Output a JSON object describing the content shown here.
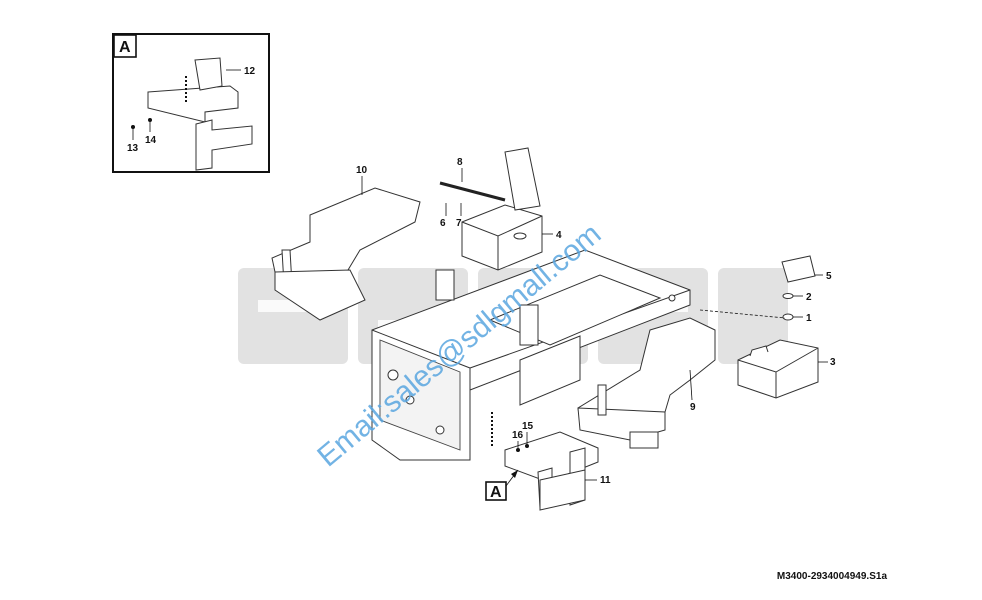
{
  "detail_box": {
    "label": "A"
  },
  "view_marker": {
    "label": "A"
  },
  "callouts": {
    "c1": "1",
    "c2": "2",
    "c3": "3",
    "c4": "4",
    "c5": "5",
    "c6": "6",
    "c7": "7",
    "c8": "8",
    "c9": "9",
    "c10": "10",
    "c11": "11",
    "c12": "12",
    "c13": "13",
    "c14": "14",
    "c15": "15",
    "c16": "16"
  },
  "watermark": {
    "text": "Email:sales@sdlgmall.com"
  },
  "figure_code": "M3400-2934004949.S1a"
}
